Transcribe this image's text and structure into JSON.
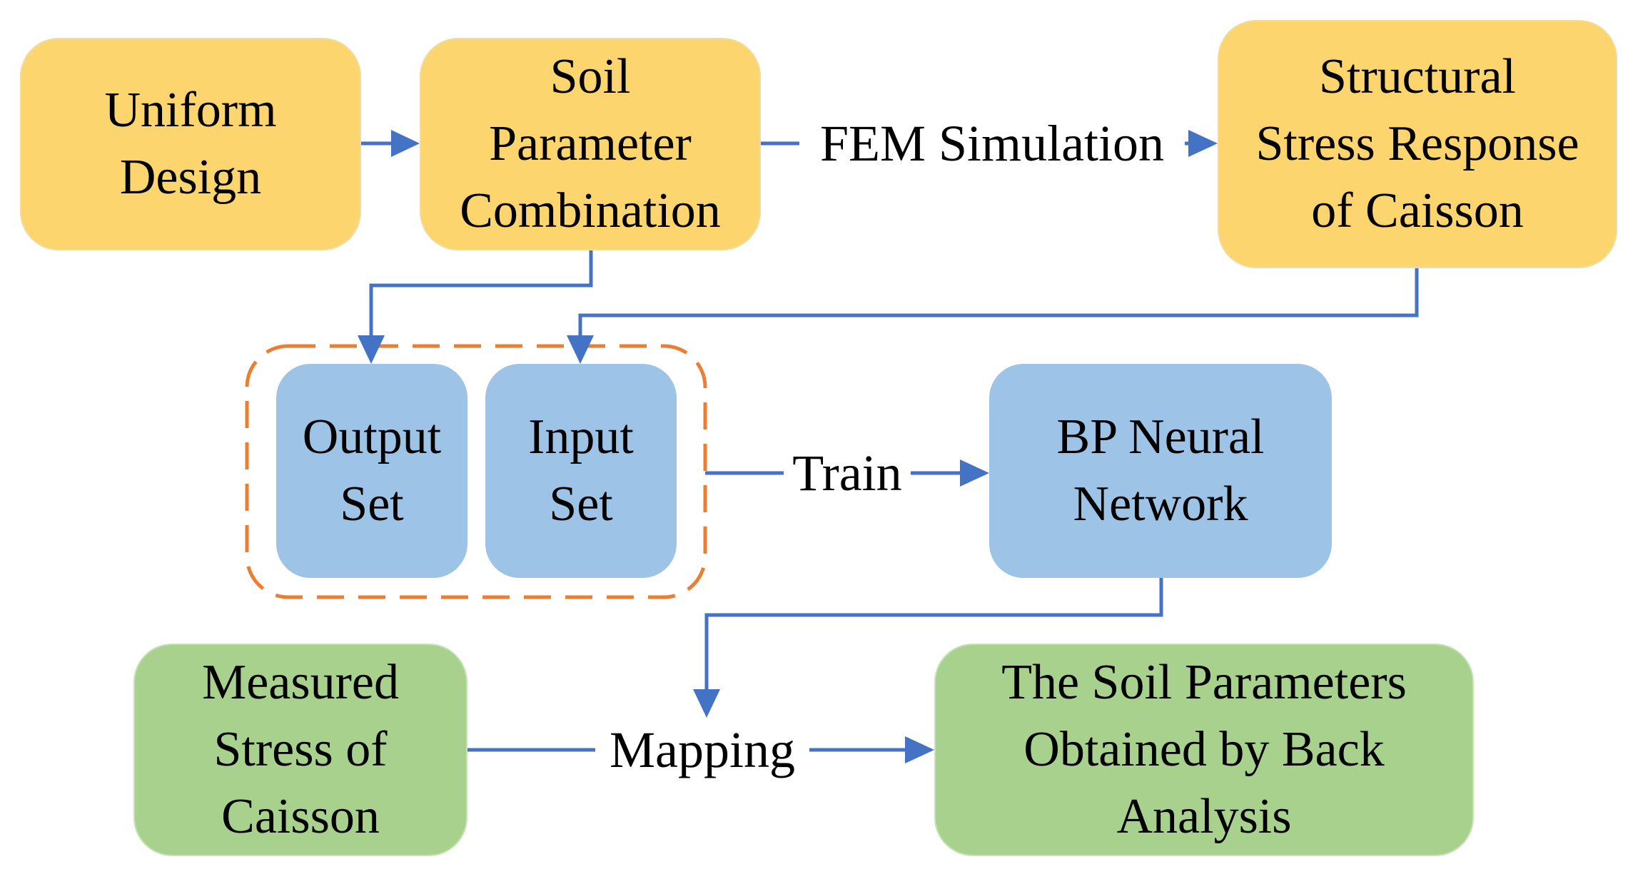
{
  "nodes": {
    "uniform_design": [
      "Uniform",
      "Design"
    ],
    "soil_param_combo": [
      "Soil",
      "Parameter",
      "Combination"
    ],
    "structural_stress": [
      "Structural",
      "Stress Response",
      "of Caisson"
    ],
    "output_set": [
      "Output",
      "Set"
    ],
    "input_set": [
      "Input",
      "Set"
    ],
    "bp_network": [
      "BP Neural",
      "Network"
    ],
    "measured_stress": [
      "Measured",
      "Stress of",
      "Caisson"
    ],
    "soil_params_result": [
      "The Soil Parameters",
      "Obtained by Back",
      "Analysis"
    ]
  },
  "edges": {
    "fem_simulation": "FEM Simulation",
    "train": "Train",
    "mapping": "Mapping"
  },
  "colors": {
    "yellow": "#fcd56e",
    "blue": "#9dc3e6",
    "green": "#a9d18e",
    "arrow": "#4472c4",
    "group_border": "#ed7d31"
  }
}
